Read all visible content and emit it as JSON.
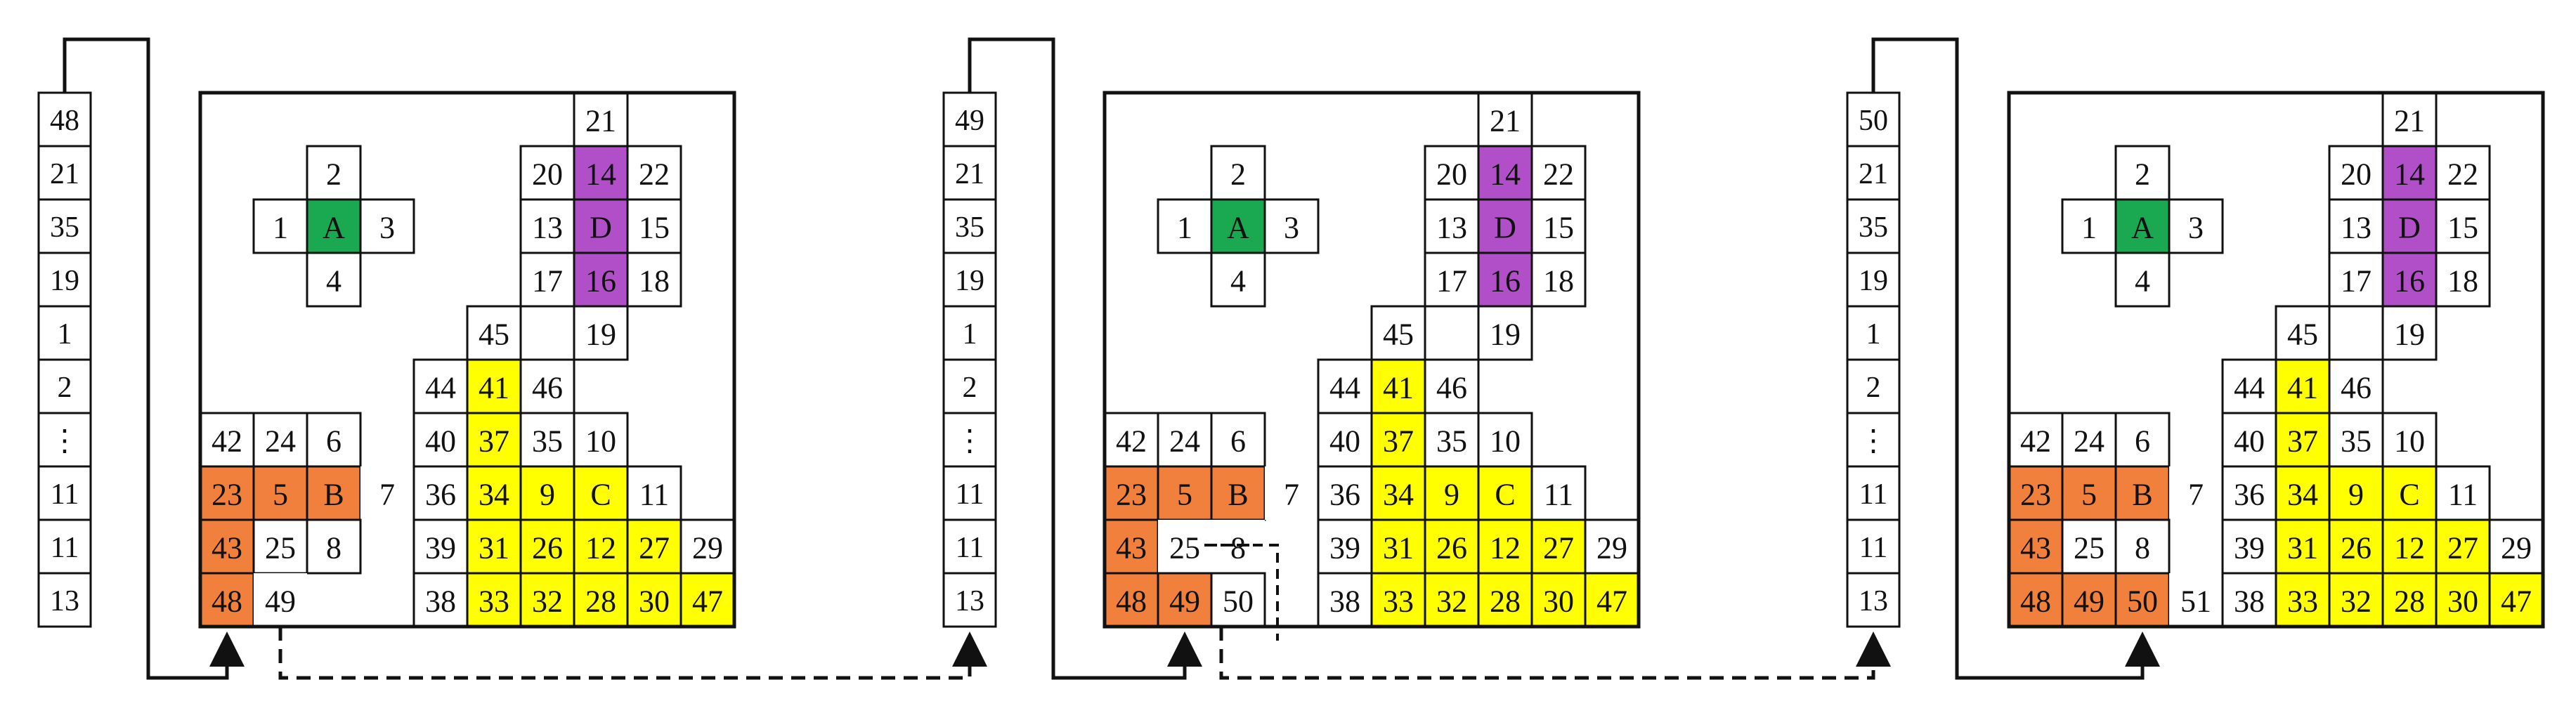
{
  "colors": {
    "orange": "#f0803c",
    "green": "#1aa850",
    "purple": "#b04fc8",
    "yellow": "#ffff00",
    "line": "#111111",
    "background": "#ffffff"
  },
  "panels": [
    {
      "stack": [
        "48",
        "21",
        "35",
        "19",
        "1",
        "2",
        "⋮",
        "11",
        "11",
        "13"
      ],
      "cells": [
        {
          "r": 0,
          "c": 7,
          "t": "21"
        },
        {
          "r": 1,
          "c": 6,
          "t": "20"
        },
        {
          "r": 1,
          "c": 7,
          "t": "14",
          "f": "purple"
        },
        {
          "r": 1,
          "c": 8,
          "t": "22"
        },
        {
          "r": 2,
          "c": 6,
          "t": "13"
        },
        {
          "r": 2,
          "c": 7,
          "t": "D",
          "f": "purple"
        },
        {
          "r": 2,
          "c": 8,
          "t": "15"
        },
        {
          "r": 3,
          "c": 6,
          "t": "17"
        },
        {
          "r": 3,
          "c": 7,
          "t": "16",
          "f": "purple"
        },
        {
          "r": 3,
          "c": 8,
          "t": "18"
        },
        {
          "r": 1,
          "c": 2,
          "t": "2"
        },
        {
          "r": 2,
          "c": 1,
          "t": "1"
        },
        {
          "r": 2,
          "c": 2,
          "t": "A",
          "f": "green"
        },
        {
          "r": 2,
          "c": 3,
          "t": "3"
        },
        {
          "r": 3,
          "c": 2,
          "t": "4"
        },
        {
          "r": 4,
          "c": 5,
          "t": "45"
        },
        {
          "r": 4,
          "c": 7,
          "t": "19"
        },
        {
          "r": 5,
          "c": 4,
          "t": "44"
        },
        {
          "r": 5,
          "c": 5,
          "t": "41",
          "f": "yellow"
        },
        {
          "r": 5,
          "c": 6,
          "t": "46"
        },
        {
          "r": 6,
          "c": 0,
          "t": "42"
        },
        {
          "r": 6,
          "c": 1,
          "t": "24"
        },
        {
          "r": 6,
          "c": 2,
          "t": "6"
        },
        {
          "r": 6,
          "c": 4,
          "t": "40"
        },
        {
          "r": 6,
          "c": 5,
          "t": "37",
          "f": "yellow"
        },
        {
          "r": 6,
          "c": 6,
          "t": "35"
        },
        {
          "r": 6,
          "c": 7,
          "t": "10"
        },
        {
          "r": 7,
          "c": 0,
          "t": "23",
          "f": "orange"
        },
        {
          "r": 7,
          "c": 1,
          "t": "5",
          "f": "orange"
        },
        {
          "r": 7,
          "c": 2,
          "t": "B",
          "f": "orange"
        },
        {
          "r": 7,
          "c": 3,
          "t": "7",
          "nb": true
        },
        {
          "r": 7,
          "c": 4,
          "t": "36"
        },
        {
          "r": 7,
          "c": 5,
          "t": "34",
          "f": "yellow"
        },
        {
          "r": 7,
          "c": 6,
          "t": "9",
          "f": "yellow"
        },
        {
          "r": 7,
          "c": 7,
          "t": "C",
          "f": "yellow"
        },
        {
          "r": 7,
          "c": 8,
          "t": "11"
        },
        {
          "r": 8,
          "c": 0,
          "t": "43",
          "f": "orange"
        },
        {
          "r": 8,
          "c": 1,
          "t": "25"
        },
        {
          "r": 8,
          "c": 2,
          "t": "8"
        },
        {
          "r": 8,
          "c": 4,
          "t": "39"
        },
        {
          "r": 8,
          "c": 5,
          "t": "31",
          "f": "yellow"
        },
        {
          "r": 8,
          "c": 6,
          "t": "26",
          "f": "yellow"
        },
        {
          "r": 8,
          "c": 7,
          "t": "12",
          "f": "yellow"
        },
        {
          "r": 8,
          "c": 8,
          "t": "27",
          "f": "yellow"
        },
        {
          "r": 8,
          "c": 9,
          "t": "29"
        },
        {
          "r": 9,
          "c": 0,
          "t": "48",
          "f": "orange"
        },
        {
          "r": 9,
          "c": 1,
          "t": "49",
          "nb": true
        },
        {
          "r": 9,
          "c": 4,
          "t": "38"
        },
        {
          "r": 9,
          "c": 5,
          "t": "33",
          "f": "yellow"
        },
        {
          "r": 9,
          "c": 6,
          "t": "32",
          "f": "yellow"
        },
        {
          "r": 9,
          "c": 7,
          "t": "28",
          "f": "yellow"
        },
        {
          "r": 9,
          "c": 8,
          "t": "30",
          "f": "yellow"
        },
        {
          "r": 9,
          "c": 9,
          "t": "47",
          "f": "yellow"
        }
      ]
    },
    {
      "stack": [
        "49",
        "21",
        "35",
        "19",
        "1",
        "2",
        "⋮",
        "11",
        "11",
        "13"
      ],
      "cells": [
        {
          "r": 0,
          "c": 7,
          "t": "21"
        },
        {
          "r": 1,
          "c": 6,
          "t": "20"
        },
        {
          "r": 1,
          "c": 7,
          "t": "14",
          "f": "purple"
        },
        {
          "r": 1,
          "c": 8,
          "t": "22"
        },
        {
          "r": 2,
          "c": 6,
          "t": "13"
        },
        {
          "r": 2,
          "c": 7,
          "t": "D",
          "f": "purple"
        },
        {
          "r": 2,
          "c": 8,
          "t": "15"
        },
        {
          "r": 3,
          "c": 6,
          "t": "17"
        },
        {
          "r": 3,
          "c": 7,
          "t": "16",
          "f": "purple"
        },
        {
          "r": 3,
          "c": 8,
          "t": "18"
        },
        {
          "r": 1,
          "c": 2,
          "t": "2"
        },
        {
          "r": 2,
          "c": 1,
          "t": "1"
        },
        {
          "r": 2,
          "c": 2,
          "t": "A",
          "f": "green"
        },
        {
          "r": 2,
          "c": 3,
          "t": "3"
        },
        {
          "r": 3,
          "c": 2,
          "t": "4"
        },
        {
          "r": 4,
          "c": 5,
          "t": "45"
        },
        {
          "r": 4,
          "c": 7,
          "t": "19"
        },
        {
          "r": 5,
          "c": 4,
          "t": "44"
        },
        {
          "r": 5,
          "c": 5,
          "t": "41",
          "f": "yellow"
        },
        {
          "r": 5,
          "c": 6,
          "t": "46"
        },
        {
          "r": 6,
          "c": 0,
          "t": "42"
        },
        {
          "r": 6,
          "c": 1,
          "t": "24"
        },
        {
          "r": 6,
          "c": 2,
          "t": "6"
        },
        {
          "r": 6,
          "c": 4,
          "t": "40"
        },
        {
          "r": 6,
          "c": 5,
          "t": "37",
          "f": "yellow"
        },
        {
          "r": 6,
          "c": 6,
          "t": "35"
        },
        {
          "r": 6,
          "c": 7,
          "t": "10"
        },
        {
          "r": 7,
          "c": 0,
          "t": "23",
          "f": "orange"
        },
        {
          "r": 7,
          "c": 1,
          "t": "5",
          "f": "orange"
        },
        {
          "r": 7,
          "c": 2,
          "t": "B",
          "f": "orange"
        },
        {
          "r": 7,
          "c": 3,
          "t": "7",
          "nb": true
        },
        {
          "r": 7,
          "c": 4,
          "t": "36"
        },
        {
          "r": 7,
          "c": 5,
          "t": "34",
          "f": "yellow"
        },
        {
          "r": 7,
          "c": 6,
          "t": "9",
          "f": "yellow"
        },
        {
          "r": 7,
          "c": 7,
          "t": "C",
          "f": "yellow"
        },
        {
          "r": 7,
          "c": 8,
          "t": "11"
        },
        {
          "r": 8,
          "c": 0,
          "t": "43",
          "f": "orange"
        },
        {
          "r": 8,
          "c": 1,
          "t": "25",
          "nb": true
        },
        {
          "r": 8,
          "c": 2,
          "t": "8",
          "nb": true,
          "strike": true
        },
        {
          "r": 8,
          "c": 4,
          "t": "39"
        },
        {
          "r": 8,
          "c": 5,
          "t": "31",
          "f": "yellow"
        },
        {
          "r": 8,
          "c": 6,
          "t": "26",
          "f": "yellow"
        },
        {
          "r": 8,
          "c": 7,
          "t": "12",
          "f": "yellow"
        },
        {
          "r": 8,
          "c": 8,
          "t": "27",
          "f": "yellow"
        },
        {
          "r": 8,
          "c": 9,
          "t": "29"
        },
        {
          "r": 9,
          "c": 0,
          "t": "48",
          "f": "orange"
        },
        {
          "r": 9,
          "c": 1,
          "t": "49",
          "f": "orange"
        },
        {
          "r": 9,
          "c": 2,
          "t": "50"
        },
        {
          "r": 9,
          "c": 4,
          "t": "38"
        },
        {
          "r": 9,
          "c": 5,
          "t": "33",
          "f": "yellow"
        },
        {
          "r": 9,
          "c": 6,
          "t": "32",
          "f": "yellow"
        },
        {
          "r": 9,
          "c": 7,
          "t": "28",
          "f": "yellow"
        },
        {
          "r": 9,
          "c": 8,
          "t": "30",
          "f": "yellow"
        },
        {
          "r": 9,
          "c": 9,
          "t": "47",
          "f": "yellow"
        }
      ]
    },
    {
      "stack": [
        "50",
        "21",
        "35",
        "19",
        "1",
        "2",
        "⋮",
        "11",
        "11",
        "13"
      ],
      "cells": [
        {
          "r": 0,
          "c": 7,
          "t": "21"
        },
        {
          "r": 1,
          "c": 6,
          "t": "20"
        },
        {
          "r": 1,
          "c": 7,
          "t": "14",
          "f": "purple"
        },
        {
          "r": 1,
          "c": 8,
          "t": "22"
        },
        {
          "r": 2,
          "c": 6,
          "t": "13"
        },
        {
          "r": 2,
          "c": 7,
          "t": "D",
          "f": "purple"
        },
        {
          "r": 2,
          "c": 8,
          "t": "15"
        },
        {
          "r": 3,
          "c": 6,
          "t": "17"
        },
        {
          "r": 3,
          "c": 7,
          "t": "16",
          "f": "purple"
        },
        {
          "r": 3,
          "c": 8,
          "t": "18"
        },
        {
          "r": 1,
          "c": 2,
          "t": "2"
        },
        {
          "r": 2,
          "c": 1,
          "t": "1"
        },
        {
          "r": 2,
          "c": 2,
          "t": "A",
          "f": "green"
        },
        {
          "r": 2,
          "c": 3,
          "t": "3"
        },
        {
          "r": 3,
          "c": 2,
          "t": "4"
        },
        {
          "r": 4,
          "c": 5,
          "t": "45"
        },
        {
          "r": 4,
          "c": 7,
          "t": "19"
        },
        {
          "r": 5,
          "c": 4,
          "t": "44"
        },
        {
          "r": 5,
          "c": 5,
          "t": "41",
          "f": "yellow"
        },
        {
          "r": 5,
          "c": 6,
          "t": "46"
        },
        {
          "r": 6,
          "c": 0,
          "t": "42"
        },
        {
          "r": 6,
          "c": 1,
          "t": "24"
        },
        {
          "r": 6,
          "c": 2,
          "t": "6"
        },
        {
          "r": 6,
          "c": 4,
          "t": "40"
        },
        {
          "r": 6,
          "c": 5,
          "t": "37",
          "f": "yellow"
        },
        {
          "r": 6,
          "c": 6,
          "t": "35"
        },
        {
          "r": 6,
          "c": 7,
          "t": "10"
        },
        {
          "r": 7,
          "c": 0,
          "t": "23",
          "f": "orange"
        },
        {
          "r": 7,
          "c": 1,
          "t": "5",
          "f": "orange"
        },
        {
          "r": 7,
          "c": 2,
          "t": "B",
          "f": "orange"
        },
        {
          "r": 7,
          "c": 3,
          "t": "7",
          "nb": true
        },
        {
          "r": 7,
          "c": 4,
          "t": "36"
        },
        {
          "r": 7,
          "c": 5,
          "t": "34",
          "f": "yellow"
        },
        {
          "r": 7,
          "c": 6,
          "t": "9",
          "f": "yellow"
        },
        {
          "r": 7,
          "c": 7,
          "t": "C",
          "f": "yellow"
        },
        {
          "r": 7,
          "c": 8,
          "t": "11"
        },
        {
          "r": 8,
          "c": 0,
          "t": "43",
          "f": "orange"
        },
        {
          "r": 8,
          "c": 1,
          "t": "25"
        },
        {
          "r": 8,
          "c": 2,
          "t": "8"
        },
        {
          "r": 8,
          "c": 4,
          "t": "39"
        },
        {
          "r": 8,
          "c": 5,
          "t": "31",
          "f": "yellow"
        },
        {
          "r": 8,
          "c": 6,
          "t": "26",
          "f": "yellow"
        },
        {
          "r": 8,
          "c": 7,
          "t": "12",
          "f": "yellow"
        },
        {
          "r": 8,
          "c": 8,
          "t": "27",
          "f": "yellow"
        },
        {
          "r": 8,
          "c": 9,
          "t": "29"
        },
        {
          "r": 9,
          "c": 0,
          "t": "48",
          "f": "orange"
        },
        {
          "r": 9,
          "c": 1,
          "t": "49",
          "f": "orange"
        },
        {
          "r": 9,
          "c": 2,
          "t": "50",
          "f": "orange"
        },
        {
          "r": 9,
          "c": 3,
          "t": "51",
          "nb": true
        },
        {
          "r": 9,
          "c": 4,
          "t": "38"
        },
        {
          "r": 9,
          "c": 5,
          "t": "33",
          "f": "yellow"
        },
        {
          "r": 9,
          "c": 6,
          "t": "32",
          "f": "yellow"
        },
        {
          "r": 9,
          "c": 7,
          "t": "28",
          "f": "yellow"
        },
        {
          "r": 9,
          "c": 8,
          "t": "30",
          "f": "yellow"
        },
        {
          "r": 9,
          "c": 9,
          "t": "47",
          "f": "yellow"
        }
      ]
    }
  ]
}
